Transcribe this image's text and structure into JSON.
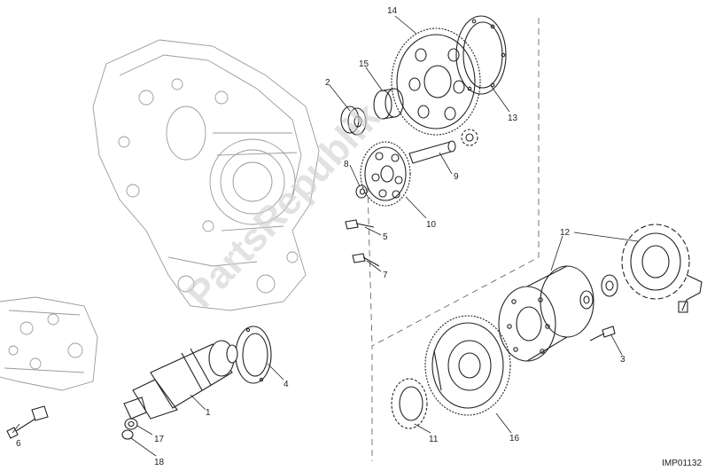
{
  "watermark": {
    "text": "PartsRepublik"
  },
  "ref_code": "IMP01132",
  "callouts": [
    {
      "id": "c1",
      "label": "1"
    },
    {
      "id": "c2",
      "label": "2"
    },
    {
      "id": "c3",
      "label": "3"
    },
    {
      "id": "c4",
      "label": "4"
    },
    {
      "id": "c5",
      "label": "5"
    },
    {
      "id": "c6",
      "label": "6"
    },
    {
      "id": "c7",
      "label": "7"
    },
    {
      "id": "c8",
      "label": "8"
    },
    {
      "id": "c9",
      "label": "9"
    },
    {
      "id": "c10",
      "label": "10"
    },
    {
      "id": "c11",
      "label": "11"
    },
    {
      "id": "c12",
      "label": "12"
    },
    {
      "id": "c13",
      "label": "13"
    },
    {
      "id": "c14",
      "label": "14"
    },
    {
      "id": "c15",
      "label": "15"
    },
    {
      "id": "c16",
      "label": "16"
    },
    {
      "id": "c17",
      "label": "17"
    },
    {
      "id": "c18",
      "label": "18"
    }
  ]
}
